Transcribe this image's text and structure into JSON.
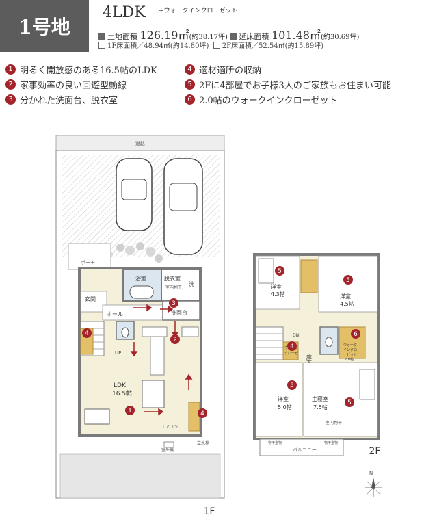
{
  "header": {
    "lot_label": "1号地",
    "layout_type": "4LDK",
    "layout_sub": "+ウォークインクローゼット",
    "land_area_label": "土地面積",
    "land_area_value": "126.19㎡",
    "land_area_tsubo": "(約38.17坪)",
    "floor_area_label": "延床面積",
    "floor_area_value": "101.48㎡",
    "floor_area_tsubo": "(約30.69坪)",
    "f1_area": "1F床面積／48.94㎡(約14.80坪)",
    "f2_area": "2F床面積／52.54㎡(約15.89坪)"
  },
  "features": [
    {
      "num": "1",
      "text": "明るく開放感のある16.5帖のLDK"
    },
    {
      "num": "2",
      "text": "家事効率の良い回遊型動線"
    },
    {
      "num": "3",
      "text": "分かれた洗面台、脱衣室"
    },
    {
      "num": "4",
      "text": "適材適所の収納"
    },
    {
      "num": "5",
      "text": "2Fに4部屋でお子様3人のご家族もお住まい可能"
    },
    {
      "num": "6",
      "text": "2.0帖のウォークインクローゼット"
    }
  ],
  "plan_1f": {
    "road": "道路",
    "porch": "ポーチ",
    "bath": "浴室",
    "dressing": "脱衣室",
    "indoor_dry": "室内物干",
    "wash_short": "洗",
    "entrance": "玄関",
    "hall": "ホール",
    "washroom": "洗面台",
    "up": "UP",
    "ldk": "LDK",
    "ldk_size": "16.5帖",
    "aircon": "エアコン",
    "outdoor_unit": "室外機",
    "faucet": "立水栓",
    "floor_label": "1F"
  },
  "plan_2f": {
    "room_a": "洋室",
    "room_a_size": "4.3帖",
    "room_b": "洋室",
    "room_b_size": "4.5帖",
    "room_c": "洋室",
    "room_c_size": "5.0帖",
    "master": "主寝室",
    "master_size": "7.5帖",
    "corridor": "廊下",
    "wic": "ウォーク\nインクロ\nーゼット\n2.0帖",
    "wic_l1": "ウォーク",
    "wic_l2": "インクロ",
    "wic_l3": "ーゼット",
    "wic_l4": "2.0帖",
    "cl_l1": "ウォーク",
    "cl_l2": "クローゼ",
    "dn": "DN",
    "indoor_dry": "室内物干",
    "balcony": "バルコニー",
    "hanger1": "物干金物",
    "hanger2": "物干金物",
    "floor_label": "2F"
  },
  "compass": "N",
  "colors": {
    "accent": "#a3252b",
    "badge": "#5c5c5c",
    "wall": "#7a7a7a",
    "floor": "#f4f0da",
    "wet": "#dce6ee",
    "storage": "#e3c067",
    "ground": "#e6e6e6"
  }
}
